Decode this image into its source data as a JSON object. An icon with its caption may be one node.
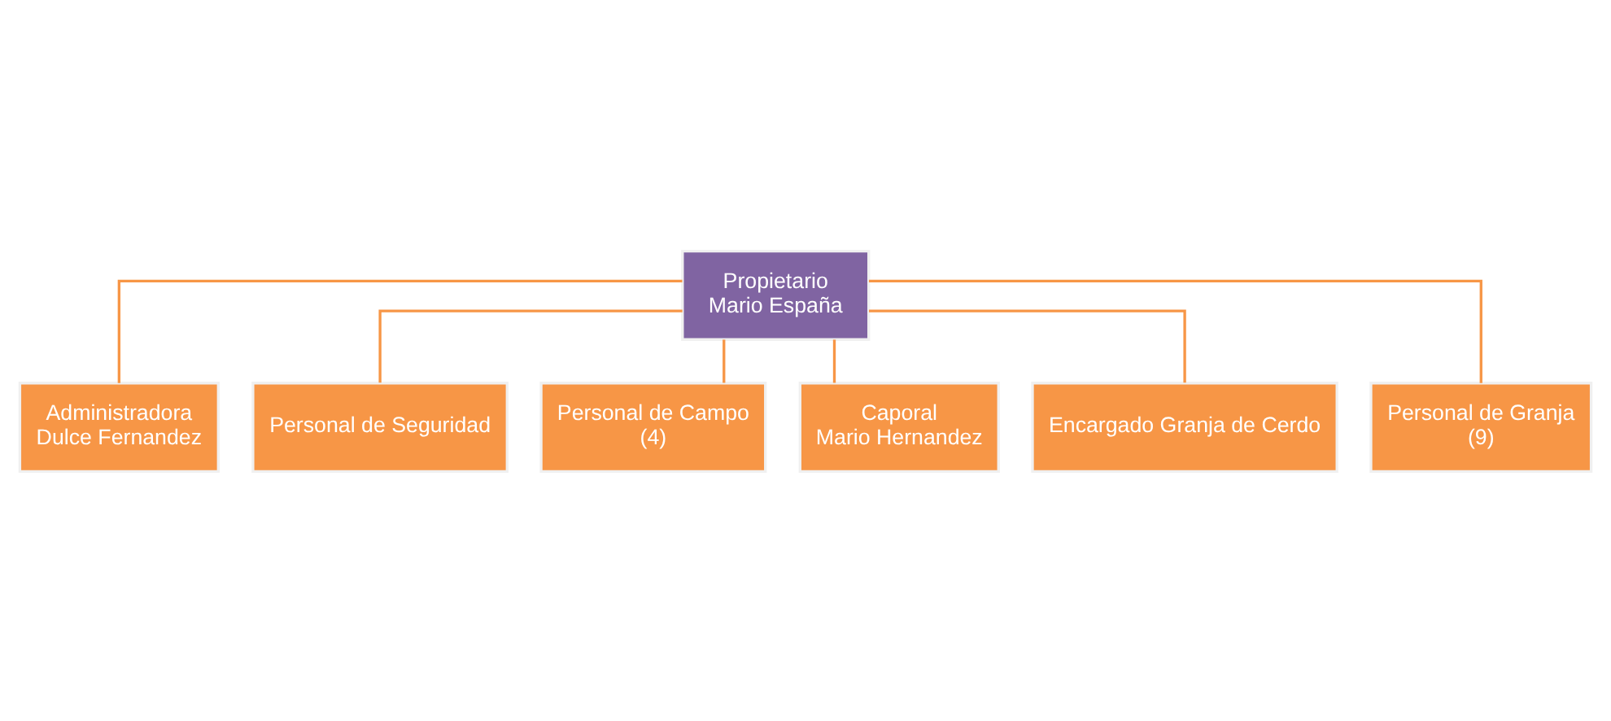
{
  "diagram": {
    "nodes": [
      {
        "text": [
          "Propietario",
          "Mario España"
        ]
      },
      {
        "text": [
          "Administradora",
          "Dulce Fernandez"
        ]
      },
      {
        "text": [
          "Personal de Seguridad"
        ]
      },
      {
        "text": [
          "Personal de Campo",
          "(4)"
        ]
      },
      {
        "text": [
          "Caporal",
          "Mario Hernandez"
        ]
      },
      {
        "text": [
          "Encargado Granja de Cerdo"
        ]
      },
      {
        "text": [
          "Personal de Granja",
          "(9)"
        ]
      }
    ],
    "edges": [
      {
        "from": 0,
        "to": 1,
        "arrow": "none"
      },
      {
        "from": 0,
        "to": 2,
        "arrow": "none"
      },
      {
        "from": 0,
        "to": 3,
        "arrow": "none"
      },
      {
        "from": 0,
        "to": 4,
        "arrow": "none"
      },
      {
        "from": 0,
        "to": 5,
        "arrow": "none"
      },
      {
        "from": 0,
        "to": 6,
        "arrow": "none"
      }
    ]
  }
}
